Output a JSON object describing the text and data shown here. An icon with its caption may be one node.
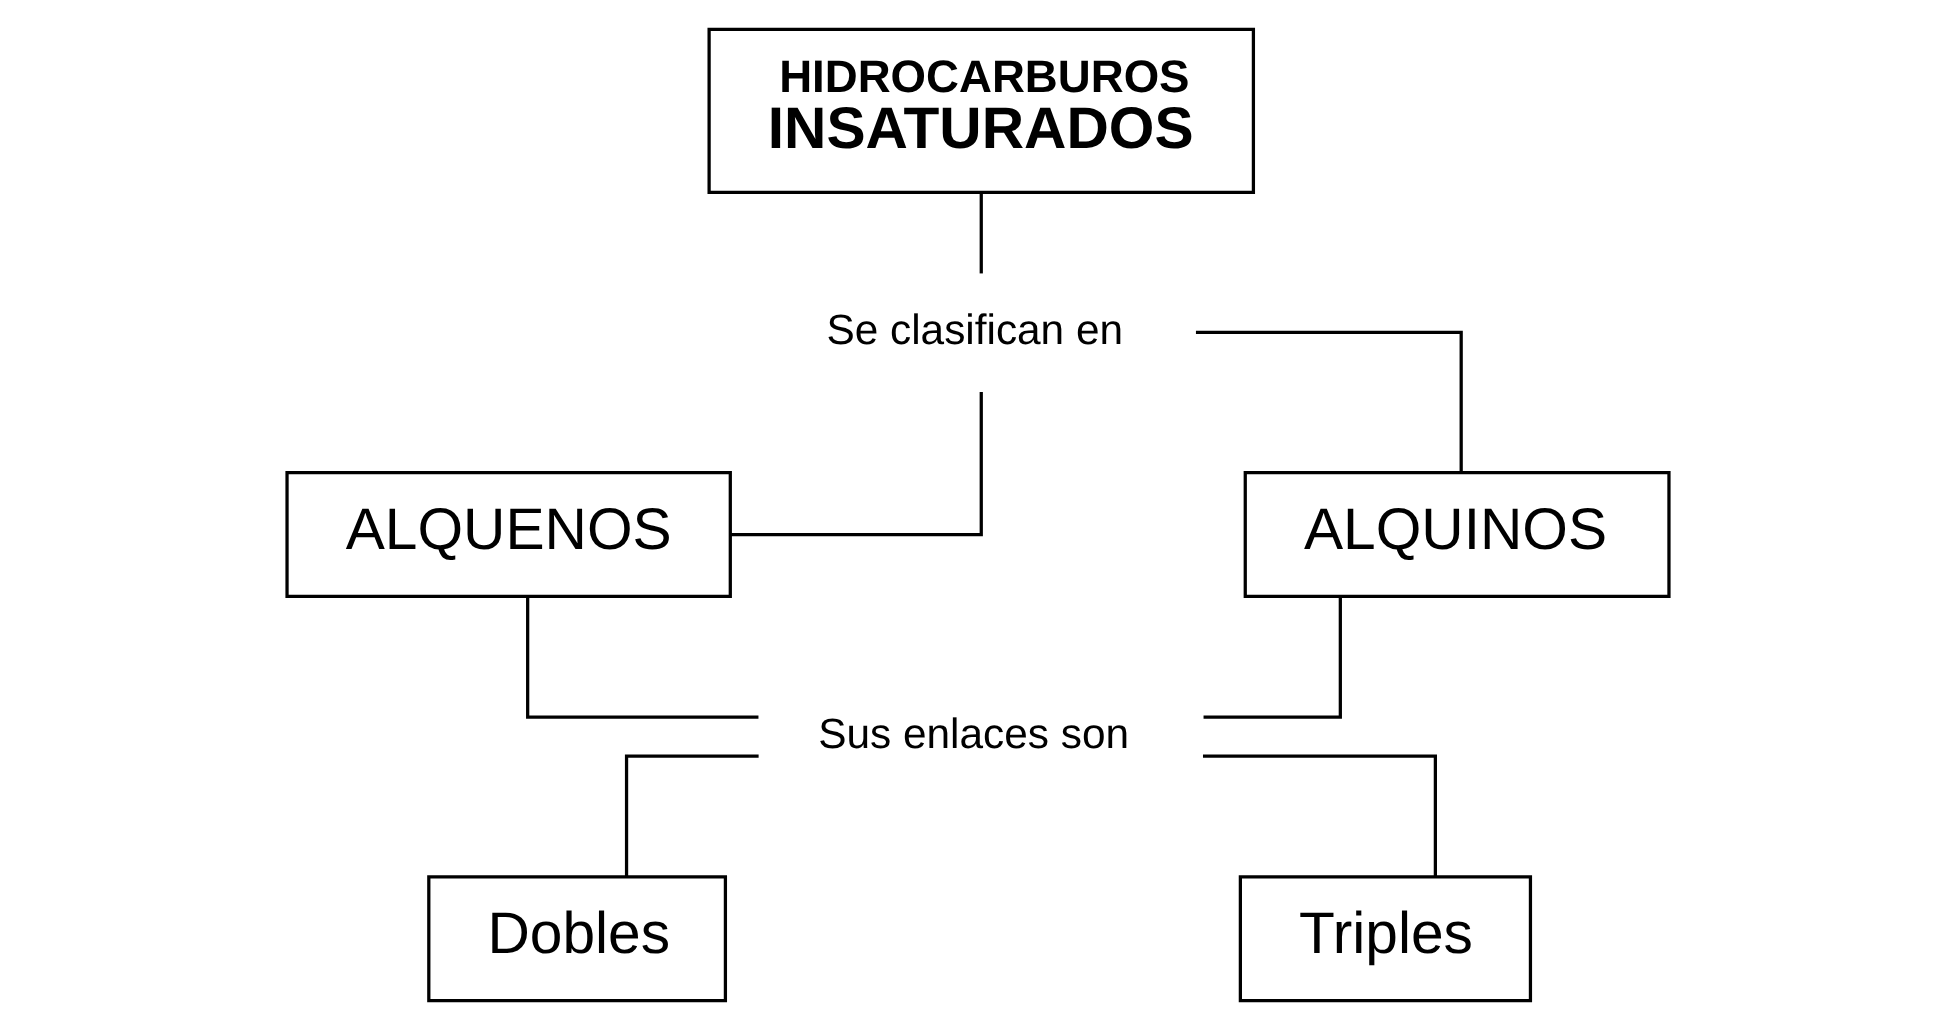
{
  "diagram": {
    "nodes": [
      {
        "text": [
          "HIDROCARBUROS",
          "INSATURADOS"
        ]
      },
      {
        "text": [
          "Se clasifican en"
        ]
      },
      {
        "text": [
          "ALQUENOS"
        ]
      },
      {
        "text": [
          "ALQUINOS"
        ]
      },
      {
        "text": [
          "Sus enlaces son"
        ]
      },
      {
        "text": [
          "Dobles"
        ]
      },
      {
        "text": [
          "Triples"
        ]
      }
    ],
    "edges": [
      {
        "from": 0,
        "to": 1,
        "arrow": "none"
      },
      {
        "from": 1,
        "to": 2,
        "arrow": "none"
      },
      {
        "from": 1,
        "to": 3,
        "arrow": "none"
      },
      {
        "from": 2,
        "to": 4,
        "arrow": "none"
      },
      {
        "from": 3,
        "to": 4,
        "arrow": "none"
      },
      {
        "from": 4,
        "to": 5,
        "arrow": "none"
      },
      {
        "from": 4,
        "to": 6,
        "arrow": "none"
      }
    ]
  }
}
